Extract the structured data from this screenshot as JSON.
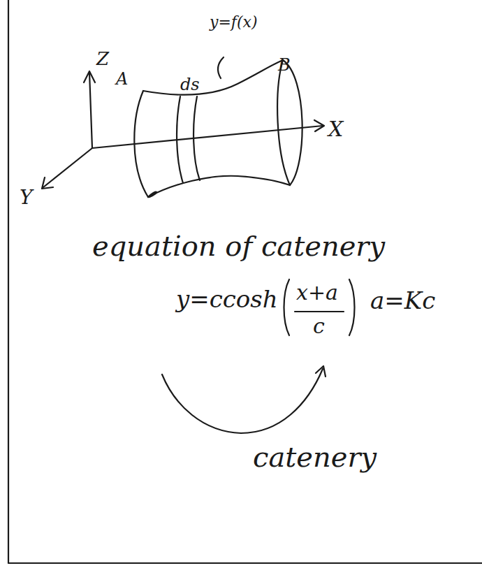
{
  "diagram": {
    "labels": [
      "Z",
      "A",
      "ds",
      "y=f(x)",
      "B",
      "X",
      "Y",
      "equation of catenery",
      "y=ccosh",
      "x+a",
      "c",
      "a=Kc",
      "catenery"
    ]
  }
}
